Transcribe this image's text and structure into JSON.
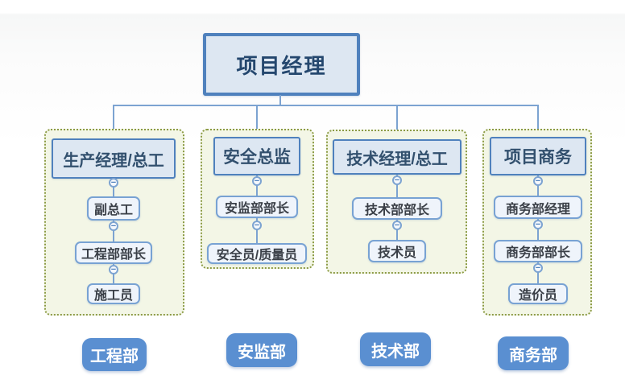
{
  "diagram": {
    "root": "项目经理",
    "columns": [
      {
        "header": "生产经理/总工",
        "children": [
          "副总工",
          "工程部部长",
          "施工员"
        ],
        "label": "工程部"
      },
      {
        "header": "安全总监",
        "children": [
          "安监部部长",
          "安全员/质量员"
        ],
        "label": "安监部"
      },
      {
        "header": "技术经理/总工",
        "children": [
          "技术部部长",
          "技术员"
        ],
        "label": "技术部"
      },
      {
        "header": "项目商务",
        "children": [
          "商务部经理",
          "商务部部长",
          "造价员"
        ],
        "label": "商务部"
      }
    ]
  },
  "icons": {
    "collapse_minus": "−"
  },
  "colors": {
    "strong_box_border": "#4f81bd",
    "blue_box_fill": "#dde7f2",
    "sub_box_border": "#78a2d3",
    "sub_box_fill": "#eff4fb",
    "connector_line": "#7ca3d1",
    "group_dotted_border": "#8c9b45",
    "group_fill": "#f3f6e6",
    "dept_label_fill": "#5a8fd1",
    "root_text": "#24476e"
  }
}
